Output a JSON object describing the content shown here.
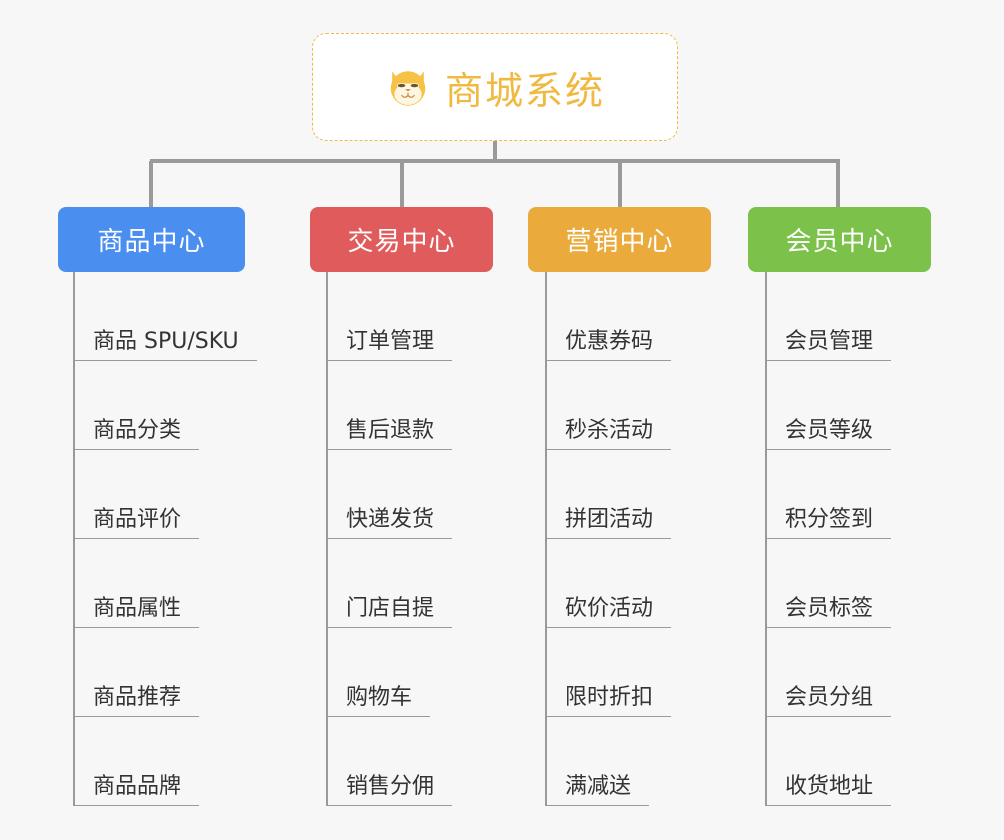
{
  "page": {
    "background_color": "#f7f7f7",
    "text_color": "#333333",
    "line_color": "#9a9a9a"
  },
  "root": {
    "title": "商城系统",
    "icon": "dog-face-icon",
    "accent_color": "#f0b942",
    "border_style": "dashed"
  },
  "branches": [
    {
      "label": "商品中心",
      "color": "#4a8ef0",
      "items": [
        "商品 SPU/SKU",
        "商品分类",
        "商品评价",
        "商品属性",
        "商品推荐",
        "商品品牌"
      ]
    },
    {
      "label": "交易中心",
      "color": "#e05c5c",
      "items": [
        "订单管理",
        "售后退款",
        "快递发货",
        "门店自提",
        "购物车",
        "销售分佣"
      ]
    },
    {
      "label": "营销中心",
      "color": "#eaab3c",
      "items": [
        "优惠券码",
        "秒杀活动",
        "拼团活动",
        "砍价活动",
        "限时折扣",
        "满减送"
      ]
    },
    {
      "label": "会员中心",
      "color": "#7cc24a",
      "items": [
        "会员管理",
        "会员等级",
        "积分签到",
        "会员标签",
        "会员分组",
        "收货地址"
      ]
    }
  ]
}
